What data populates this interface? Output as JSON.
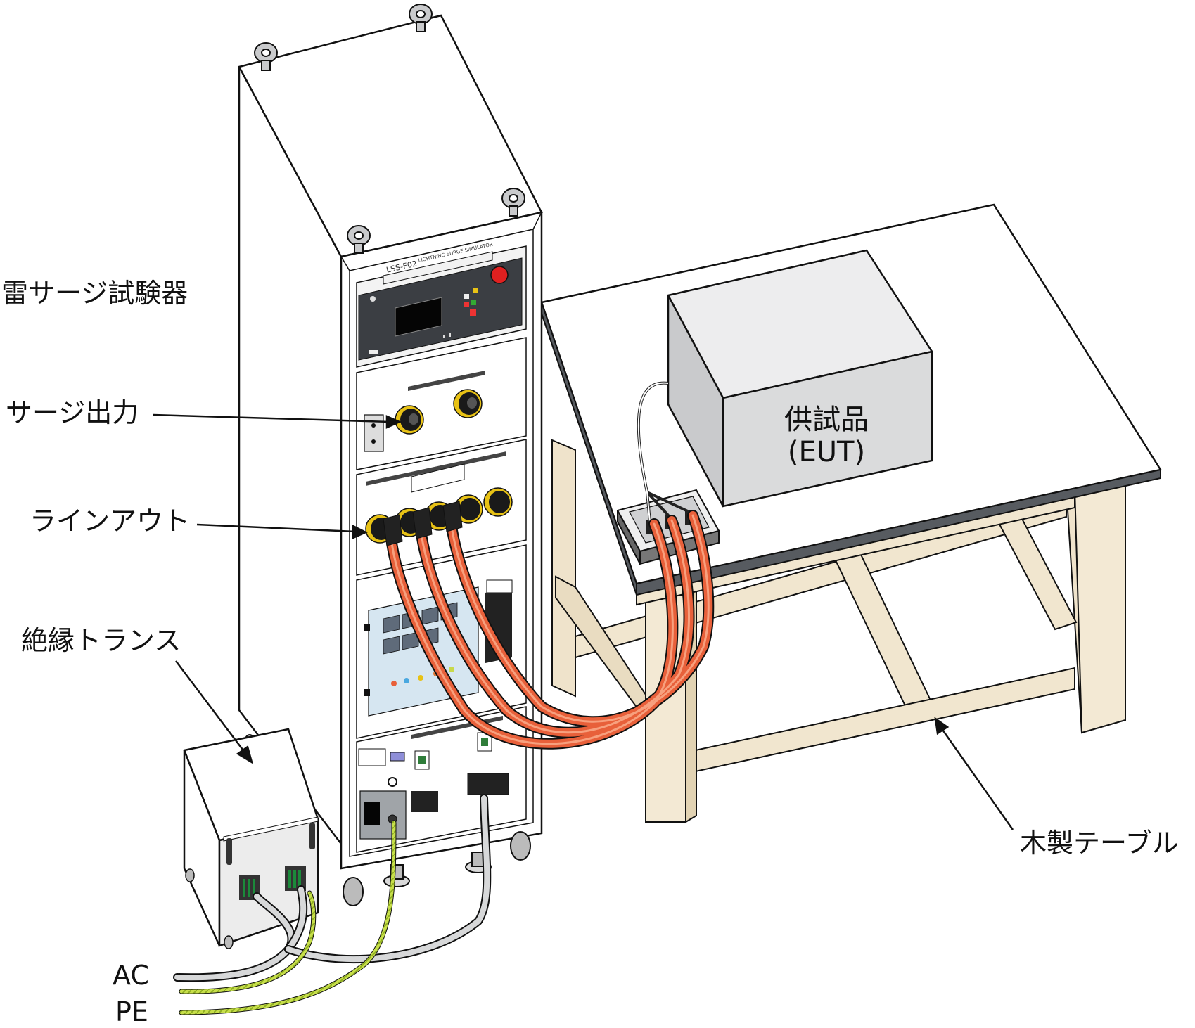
{
  "labels": {
    "tester": "雷サージ試験器",
    "surge_output": "サージ出力",
    "line_out": "ラインアウト",
    "isolation_transformer": "絶縁トランス",
    "eut_line1": "供試品",
    "eut_line2": "(EUT)",
    "wooden_table": "木製テーブル",
    "ac": "AC",
    "pe": "PE"
  },
  "device_plate": {
    "model": "LSS-F02",
    "subtitle": "LIGHTNING SURGE SIMULATOR"
  },
  "colors": {
    "cable_orange": "#e8603a",
    "cable_highlight": "#f7a07e",
    "pe_wire": "#b7d637",
    "table_wood": "#f1e6cf",
    "table_top_edge": "#555a5e",
    "eut_box": "#d9dadb",
    "panel_dark": "#3b3e43",
    "emergency_red": "#e02020",
    "connector_gold": "#e8c215"
  }
}
